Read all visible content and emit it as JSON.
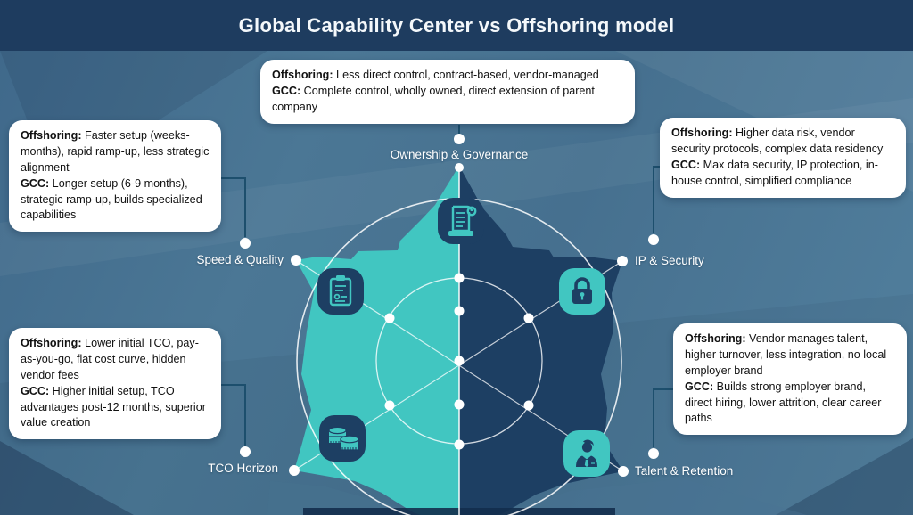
{
  "title": "Global Capability Center vs Offshoring model",
  "colors": {
    "banner": "#1e3c5f",
    "background": "#4a7492",
    "teal_half": "#41c6c1",
    "navy_half": "#1d3f63",
    "connector": "#1d4f6d",
    "dot": "#ffffff",
    "callout_bg": "#ffffff"
  },
  "axes": {
    "ownership": {
      "label": "Ownership & Governance",
      "icon": "receipt-icon"
    },
    "speed": {
      "label": "Speed & Quality",
      "icon": "clipboard-icon"
    },
    "ip": {
      "label": "IP & Security",
      "icon": "lock-icon"
    },
    "tco": {
      "label": "TCO Horizon",
      "icon": "coins-icon"
    },
    "talent": {
      "label": "Talent & Retention",
      "icon": "person-icon"
    }
  },
  "callouts": {
    "top": {
      "offshoring_label": "Offshoring:",
      "offshoring_text": " Less direct control, contract-based, vendor-managed",
      "gcc_label": "GCC:",
      "gcc_text": " Complete control, wholly owned, direct extension of parent company"
    },
    "upper_left": {
      "offshoring_label": "Offshoring:",
      "offshoring_text": " Faster setup (weeks-months), rapid ramp-up, less strategic alignment",
      "gcc_label": "GCC:",
      "gcc_text": " Longer setup (6-9 months), strategic ramp-up, builds specialized capabilities"
    },
    "upper_right": {
      "offshoring_label": "Offshoring:",
      "offshoring_text": " Higher data risk, vendor security protocols, complex data residency",
      "gcc_label": "GCC:",
      "gcc_text": " Max data security, IP protection, in-house control, simplified compliance"
    },
    "lower_left": {
      "offshoring_label": "Offshoring:",
      "offshoring_text": " Lower initial TCO, pay-as-you-go, flat cost curve, hidden vendor fees",
      "gcc_label": "GCC:",
      "gcc_text": " Higher initial setup, TCO advantages post-12 months, superior value creation"
    },
    "lower_right": {
      "offshoring_label": "Offshoring:",
      "offshoring_text": " Vendor manages talent, higher turnover, less integration, no local employer brand",
      "gcc_label": "GCC:",
      "gcc_text": " Builds strong employer brand, direct hiring, lower attrition, clear career paths"
    }
  }
}
